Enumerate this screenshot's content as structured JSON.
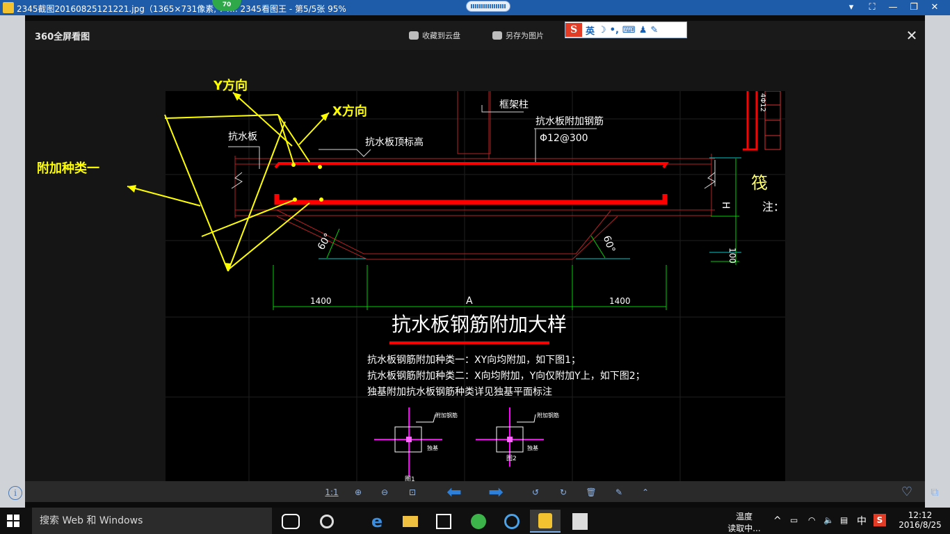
{
  "window": {
    "title": "2345截图20160825121221.jpg（1365×731像素, 74... 2345看图王 - 第5/5张 95%",
    "badge": "70",
    "controls": [
      "▾",
      "⛶",
      "—",
      "❐",
      "✕"
    ]
  },
  "viewer": {
    "logo": "360全屏看图",
    "save_cloud": "收藏到云盘",
    "save_as": "另存为图片",
    "ime_letter": "S",
    "ime_mode": "英",
    "close": "✕"
  },
  "annotations": {
    "y_dir": "Y方向",
    "x_dir": "X方向",
    "type1": "附加种类一"
  },
  "drawing": {
    "kangshuiban": "抗水板",
    "kuangjiazhu": "框架柱",
    "rebar_title": "抗水板附加钢筋",
    "rebar_spec": "Φ12@300",
    "top_elev": "抗水板顶标高",
    "angle_left": "60°",
    "angle_right": "60°",
    "dim_left": "1400",
    "dim_mid": "A",
    "dim_right": "1400",
    "dim_h": "H",
    "dim_100": "100",
    "right_label": "筏",
    "right_note": "注：",
    "right_vert": "4Φ12",
    "main_title": "抗水板钢筋附加大样",
    "note1": "抗水板钢筋附加种类一：XY向均附加，如下图1；",
    "note2": "抗水板钢筋附加种类二：X向均附加，Y向仅附加Y上，如下图2；",
    "note3": "独基附加抗水板钢筋种类详见独基平面标注",
    "fig1_tag": "附加钢筋",
    "fig1_base": "独基",
    "fig1_label": "图1",
    "fig2_tag": "附加钢筋",
    "fig2_base": "独基",
    "fig2_label": "图2"
  },
  "toolbar": {
    "info": "i",
    "ratio": "1:1"
  },
  "taskbar": {
    "search_placeholder": "搜索 Web 和 Windows",
    "weather": "温度",
    "weather_status": "读取中...",
    "ime_lang": "中",
    "time": "12:12",
    "date": "2016/8/25"
  },
  "colors": {
    "titlebar": "#1e5ba8",
    "annotation": "#ffff00",
    "rebar": "#ff0000",
    "dim": "#00ff00",
    "frame_line": "#e23b3b"
  }
}
